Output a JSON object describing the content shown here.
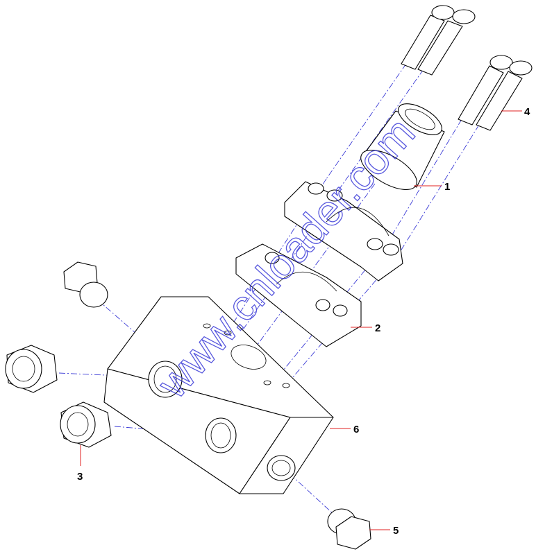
{
  "diagram": {
    "watermark": "www.cnloader.com",
    "callouts": {
      "c1": "1",
      "c2": "2",
      "c3": "3",
      "c4": "4",
      "c5": "5",
      "c6": "6"
    },
    "colors": {
      "line": "#000000",
      "center_axis": "#3b3bd6",
      "leader": "#e02020",
      "watermark": "#3a3ad8"
    }
  }
}
